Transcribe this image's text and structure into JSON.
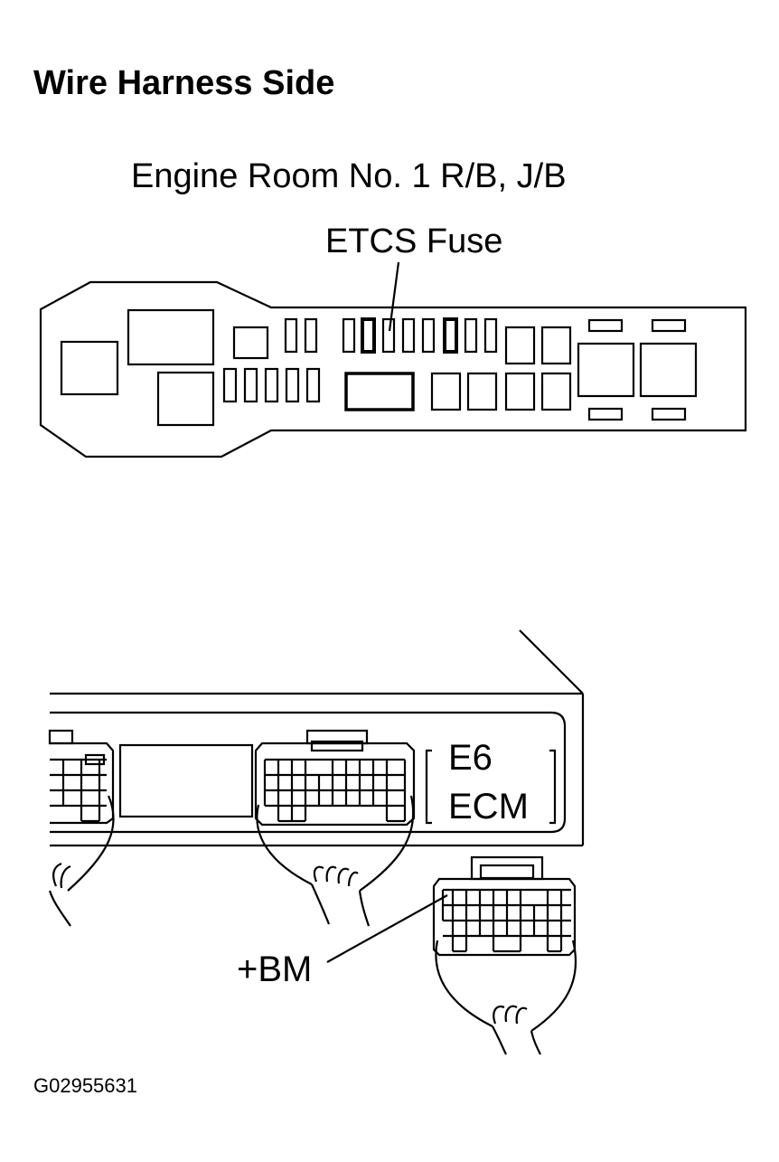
{
  "heading": "Wire Harness Side",
  "relay_block": {
    "label": "Engine Room No. 1 R/B, J/B",
    "fuse_label": "ETCS Fuse"
  },
  "ecm": {
    "code": "E6",
    "name": "ECM",
    "terminal_label": "+BM"
  },
  "figure_id": "G02955631"
}
